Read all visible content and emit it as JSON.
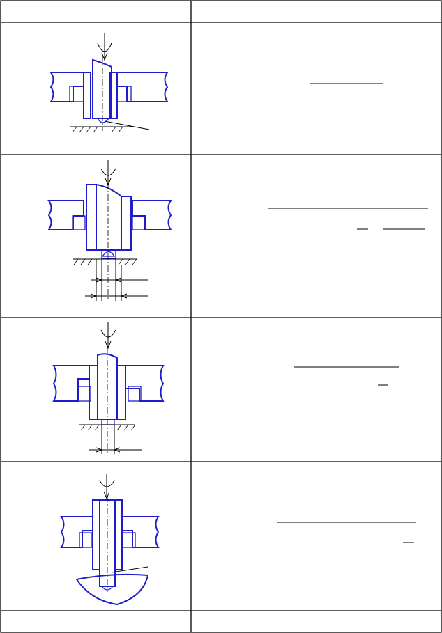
{
  "table": {
    "header": {
      "col1": "",
      "col2": ""
    },
    "rows": [
      {
        "drawing": "drill-flat-bottom-bearing",
        "text": ""
      },
      {
        "drawing": "drill-stepped-pin-with-diameters",
        "text": ""
      },
      {
        "drawing": "drill-shoulder-pin-on-plane",
        "text": ""
      },
      {
        "drawing": "drill-on-spherical-surface",
        "text": ""
      }
    ],
    "footer": {
      "col1": "",
      "col2": ""
    }
  },
  "colors": {
    "drawing": "#1d1dcc",
    "lines": "#000000",
    "background": "#ffffff"
  }
}
